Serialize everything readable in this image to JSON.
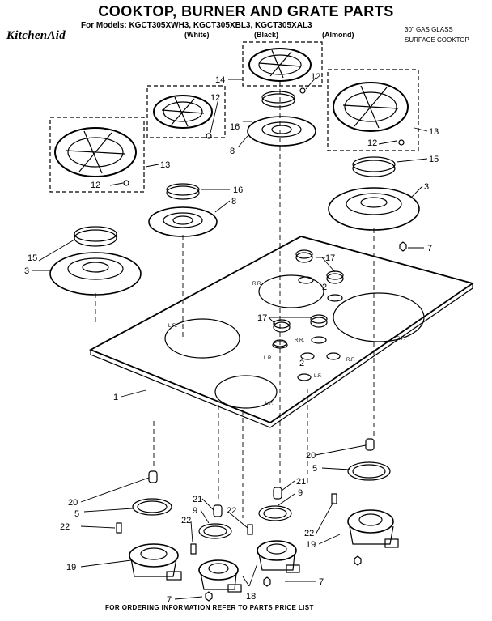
{
  "header": {
    "title": "COOKTOP, BURNER AND GRATE PARTS",
    "models": "For Models: KGCT305XWH3, KGCT305XBL3, KGCT305XAL3",
    "variant_white": "(White)",
    "variant_black": "(Black)",
    "variant_almond": "(Almond)",
    "brand": "KitchenAid",
    "description_line1": "30\" GAS GLASS",
    "description_line2": "SURFACE COOKTOP"
  },
  "footer": "FOR ORDERING INFORMATION REFER TO PARTS PRICE LIST",
  "part_numbers": {
    "p1": "1",
    "p2": "2",
    "p3": "3",
    "p5": "5",
    "p7": "7",
    "p8": "8",
    "p9": "9",
    "p12": "12",
    "p13": "13",
    "p14": "14",
    "p15": "15",
    "p16": "16",
    "p17": "17",
    "p18": "18",
    "p19": "19",
    "p20": "20",
    "p21": "21",
    "p22": "22"
  },
  "position_marks": {
    "lr": "L.R.",
    "rr": "R.R.",
    "lf": "L.F.",
    "rf": "R.F."
  }
}
